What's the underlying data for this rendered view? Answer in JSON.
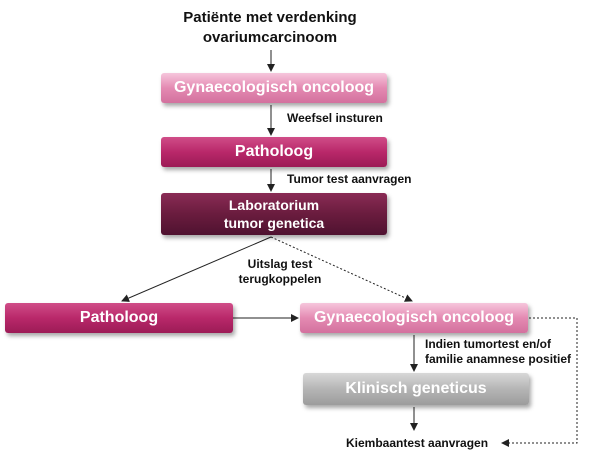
{
  "diagram": {
    "start_line1": "Patiënte met verdenking",
    "start_line2": "ovariumcarcinoom",
    "boxes": {
      "gyn_oncoloog_top": "Gynaecologisch oncoloog",
      "patholoog_top": "Patholoog",
      "lab_line1": "Laboratorium",
      "lab_line2": "tumor genetica",
      "patholoog_left": "Patholoog",
      "gyn_oncoloog_right": "Gynaecologisch oncoloog",
      "klinisch_geneticus": "Klinisch geneticus"
    },
    "labels": {
      "weefsel": "Weefsel insturen",
      "tumor_test": "Tumor test aanvragen",
      "uitslag_line1": "Uitslag test",
      "uitslag_line2": "terugkoppelen",
      "indien_line1": "Indien tumortest en/of",
      "indien_line2": "familie anamnese positief",
      "kiembaan": "Kiembaantest aanvragen"
    },
    "colors": {
      "light_pink": "#e48ab2",
      "rose": "#b9286a",
      "dark_plum": "#6a1c3e",
      "grey": "#b5b5b5"
    }
  }
}
